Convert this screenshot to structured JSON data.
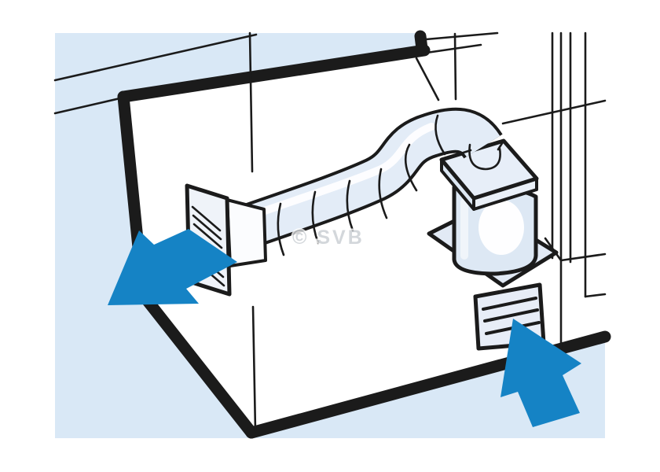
{
  "illustration": {
    "title": "bilge-blower-ventilation-diagram",
    "watermark": {
      "text": "© SVB"
    },
    "colors": {
      "background_blue": "#d9e8f6",
      "arrow_blue": "#1583c5",
      "line_black": "#1b1b1b",
      "watermark_gray": "#c9ced3",
      "hose_fill": "#e3ecf7",
      "component_fill": "#e2eaf5",
      "grille_fill": "#eff3f9",
      "white": "#ffffff"
    },
    "elements": [
      {
        "name": "deck-edge-lines"
      },
      {
        "name": "locker-compartment"
      },
      {
        "name": "exhaust-vent-grille"
      },
      {
        "name": "flexible-ventilation-hose"
      },
      {
        "name": "blower-unit"
      },
      {
        "name": "intake-vent-grille"
      },
      {
        "name": "airflow-arrow-out"
      },
      {
        "name": "airflow-arrow-in"
      },
      {
        "name": "bulkhead-structure-lines"
      }
    ]
  }
}
